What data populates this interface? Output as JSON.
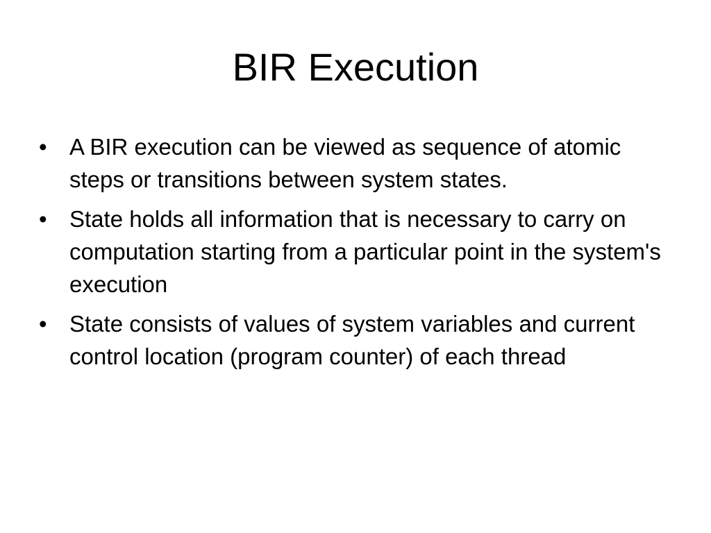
{
  "slide": {
    "title": "BIR Execution",
    "bullets": [
      {
        "marker": "•",
        "text": "A BIR execution can be viewed as sequence of atomic steps or transitions between system states."
      },
      {
        "marker": "•",
        "text": "State holds all information that is necessary to carry on computation starting from a particular point in the system's execution"
      },
      {
        "marker": "•",
        "text": "State consists of values of system variables and current control location (program counter) of each thread"
      }
    ]
  }
}
